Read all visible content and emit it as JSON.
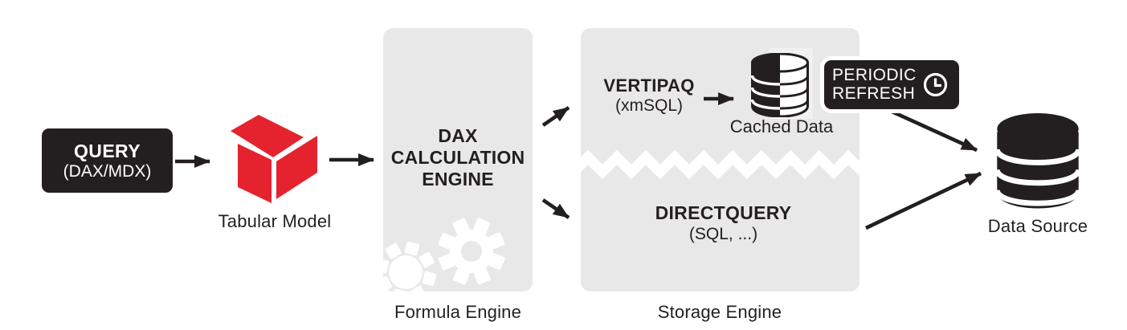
{
  "colors": {
    "ink": "#231f20",
    "panel": "#e9e8e8",
    "red": "#e4232e",
    "canvas": "#ffffff"
  },
  "query_box": {
    "title": "QUERY",
    "subtitle": "(DAX/MDX)"
  },
  "tabular_model": {
    "label": "Tabular Model",
    "icon": "red-open-cube"
  },
  "formula_engine": {
    "title_lines": [
      "DAX",
      "CALCULATION",
      "ENGINE"
    ],
    "caption": "Formula Engine",
    "icon": "white-gears"
  },
  "storage_engine": {
    "caption": "Storage Engine",
    "vertipaq": {
      "title": "VERTIPAQ",
      "subtitle": "(xmSQL)"
    },
    "cached_data": {
      "label": "Cached Data",
      "icon": "database-half-filled"
    },
    "directquery": {
      "title": "DIRECTQUERY",
      "subtitle": "(SQL, ...)"
    }
  },
  "periodic_refresh": {
    "line1": "PERIODIC",
    "line2": "REFRESH",
    "icon": "clock"
  },
  "data_source": {
    "label": "Data Source",
    "icon": "database"
  }
}
